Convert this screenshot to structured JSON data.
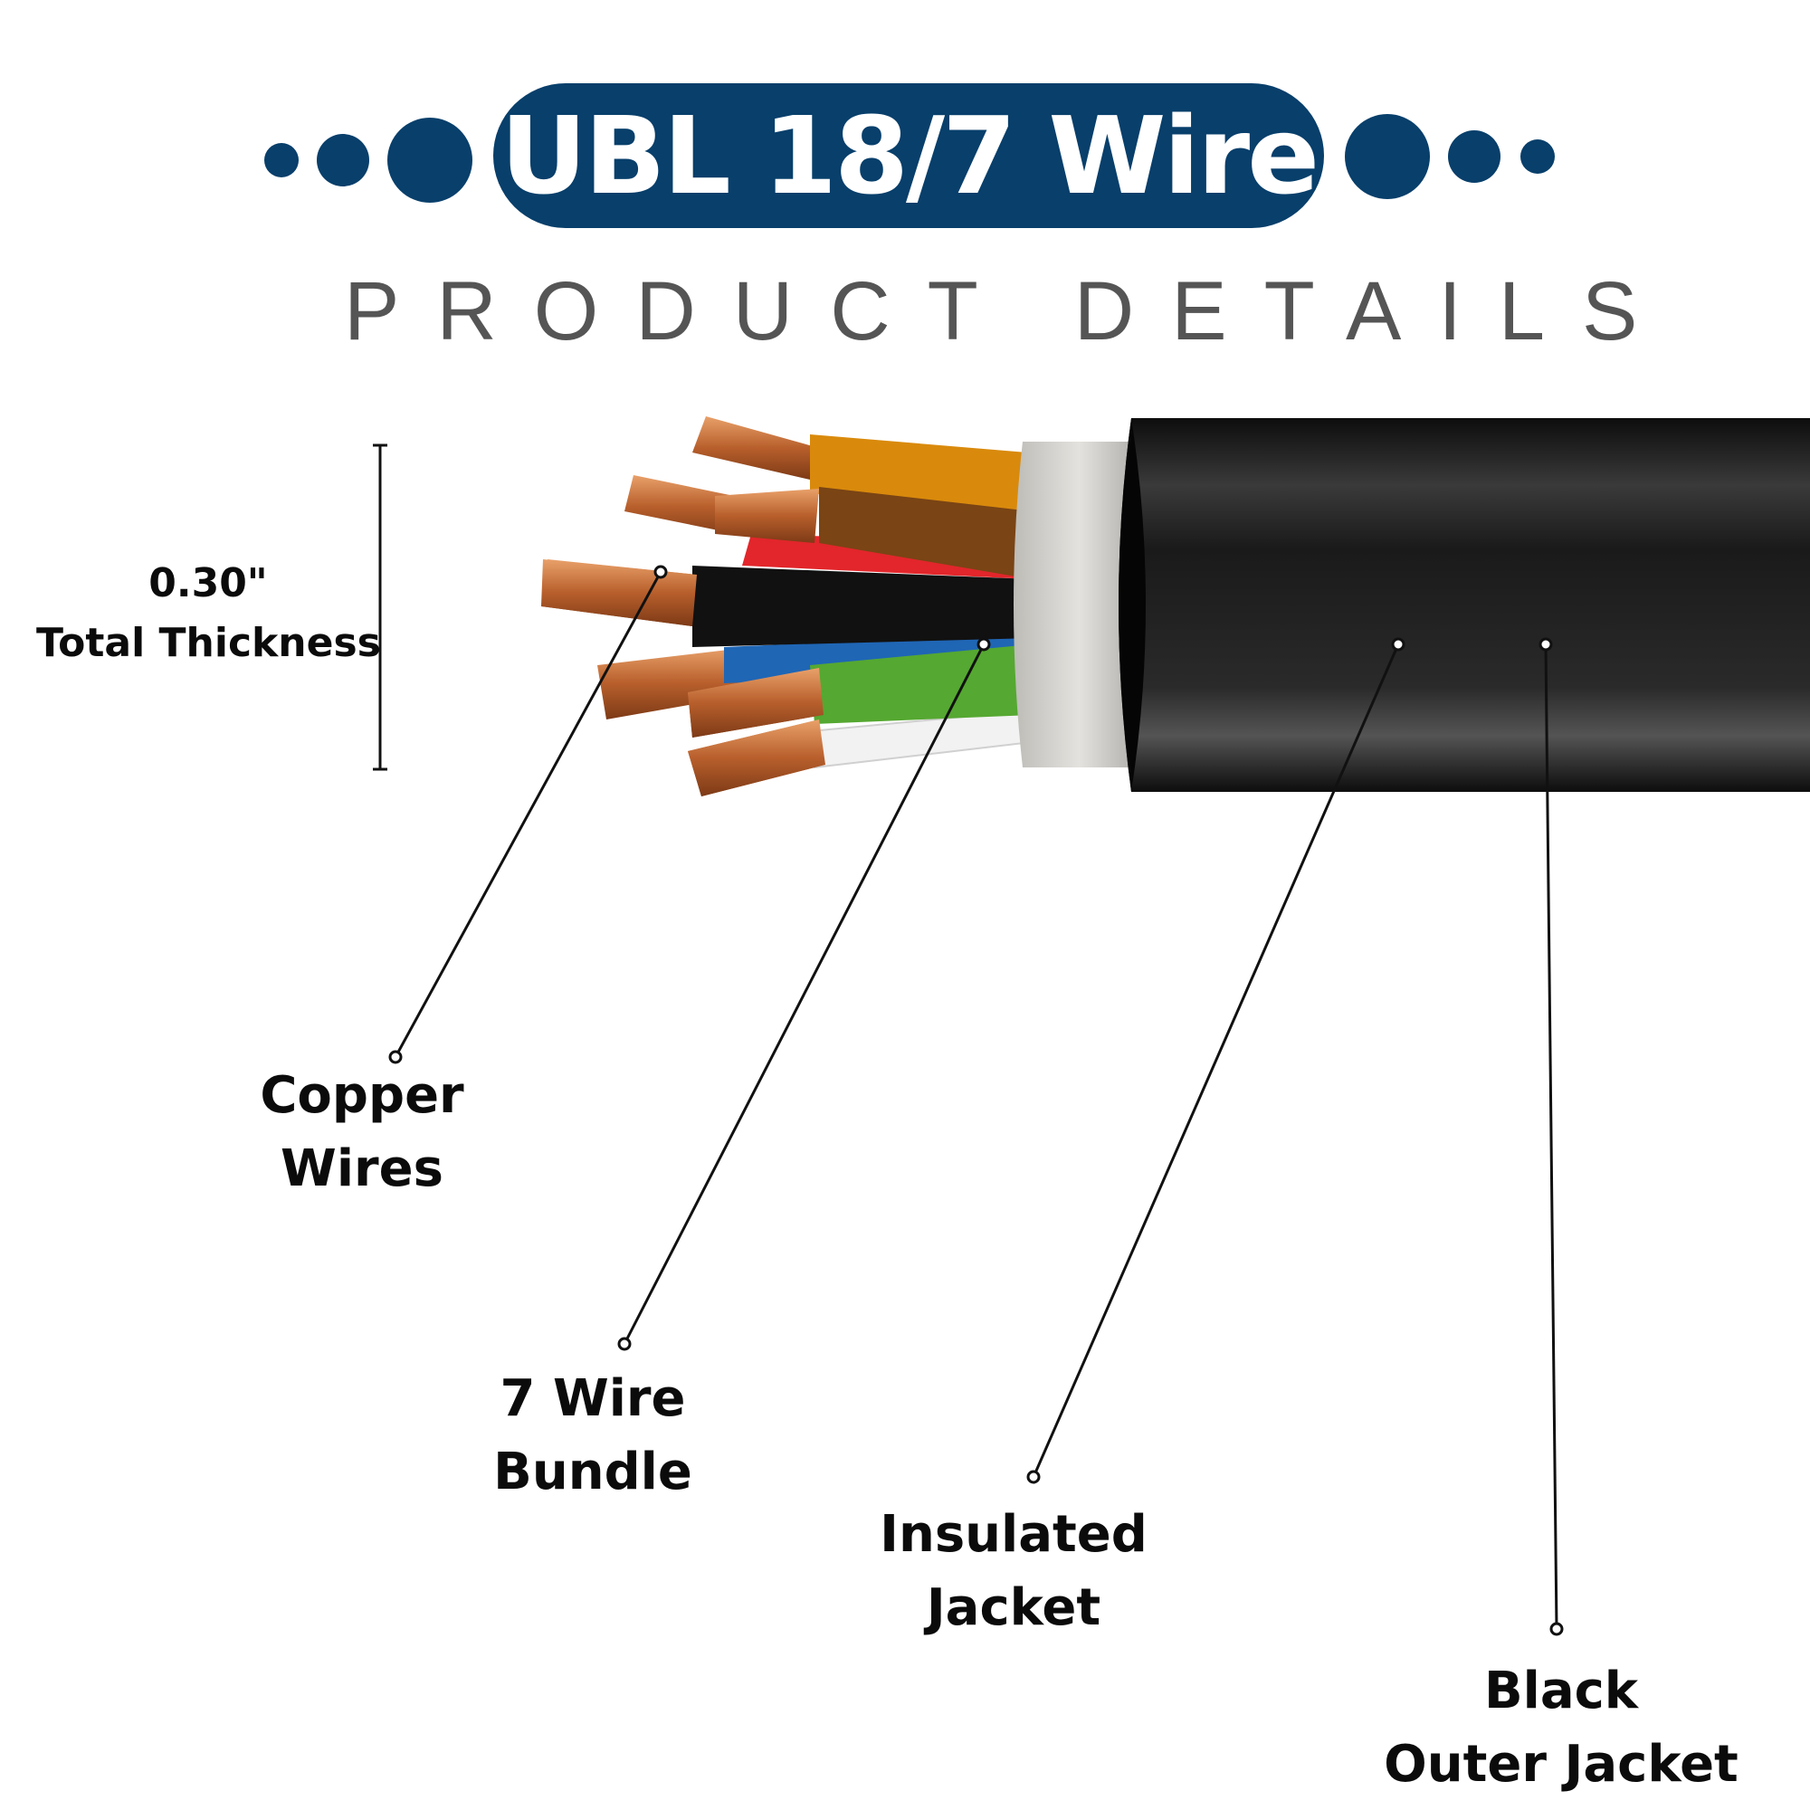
{
  "header": {
    "title": "UBL 18/7 Wire",
    "subtitle": "PRODUCT DETAILS",
    "brand_color": "#083f6b"
  },
  "dimension": {
    "value": "0.30\"",
    "caption": "Total Thickness"
  },
  "callouts": {
    "copper": {
      "line1": "Copper",
      "line2": "Wires"
    },
    "bundle": {
      "line1": "7 Wire",
      "line2": "Bundle"
    },
    "insulated": {
      "line1": "Insulated",
      "line2": "Jacket"
    },
    "outer": {
      "line1": "Black",
      "line2": "Outer Jacket"
    }
  },
  "wire_colors": {
    "orange": "#d98a0c",
    "brown": "#7a4414",
    "red": "#e2262b",
    "black": "#111111",
    "blue": "#1f66b5",
    "green": "#55a831",
    "white": "#f2f2f2",
    "copper": "#c8733c",
    "insulation": "#d6d4cf",
    "outer_jacket": "#1a1a1a"
  }
}
